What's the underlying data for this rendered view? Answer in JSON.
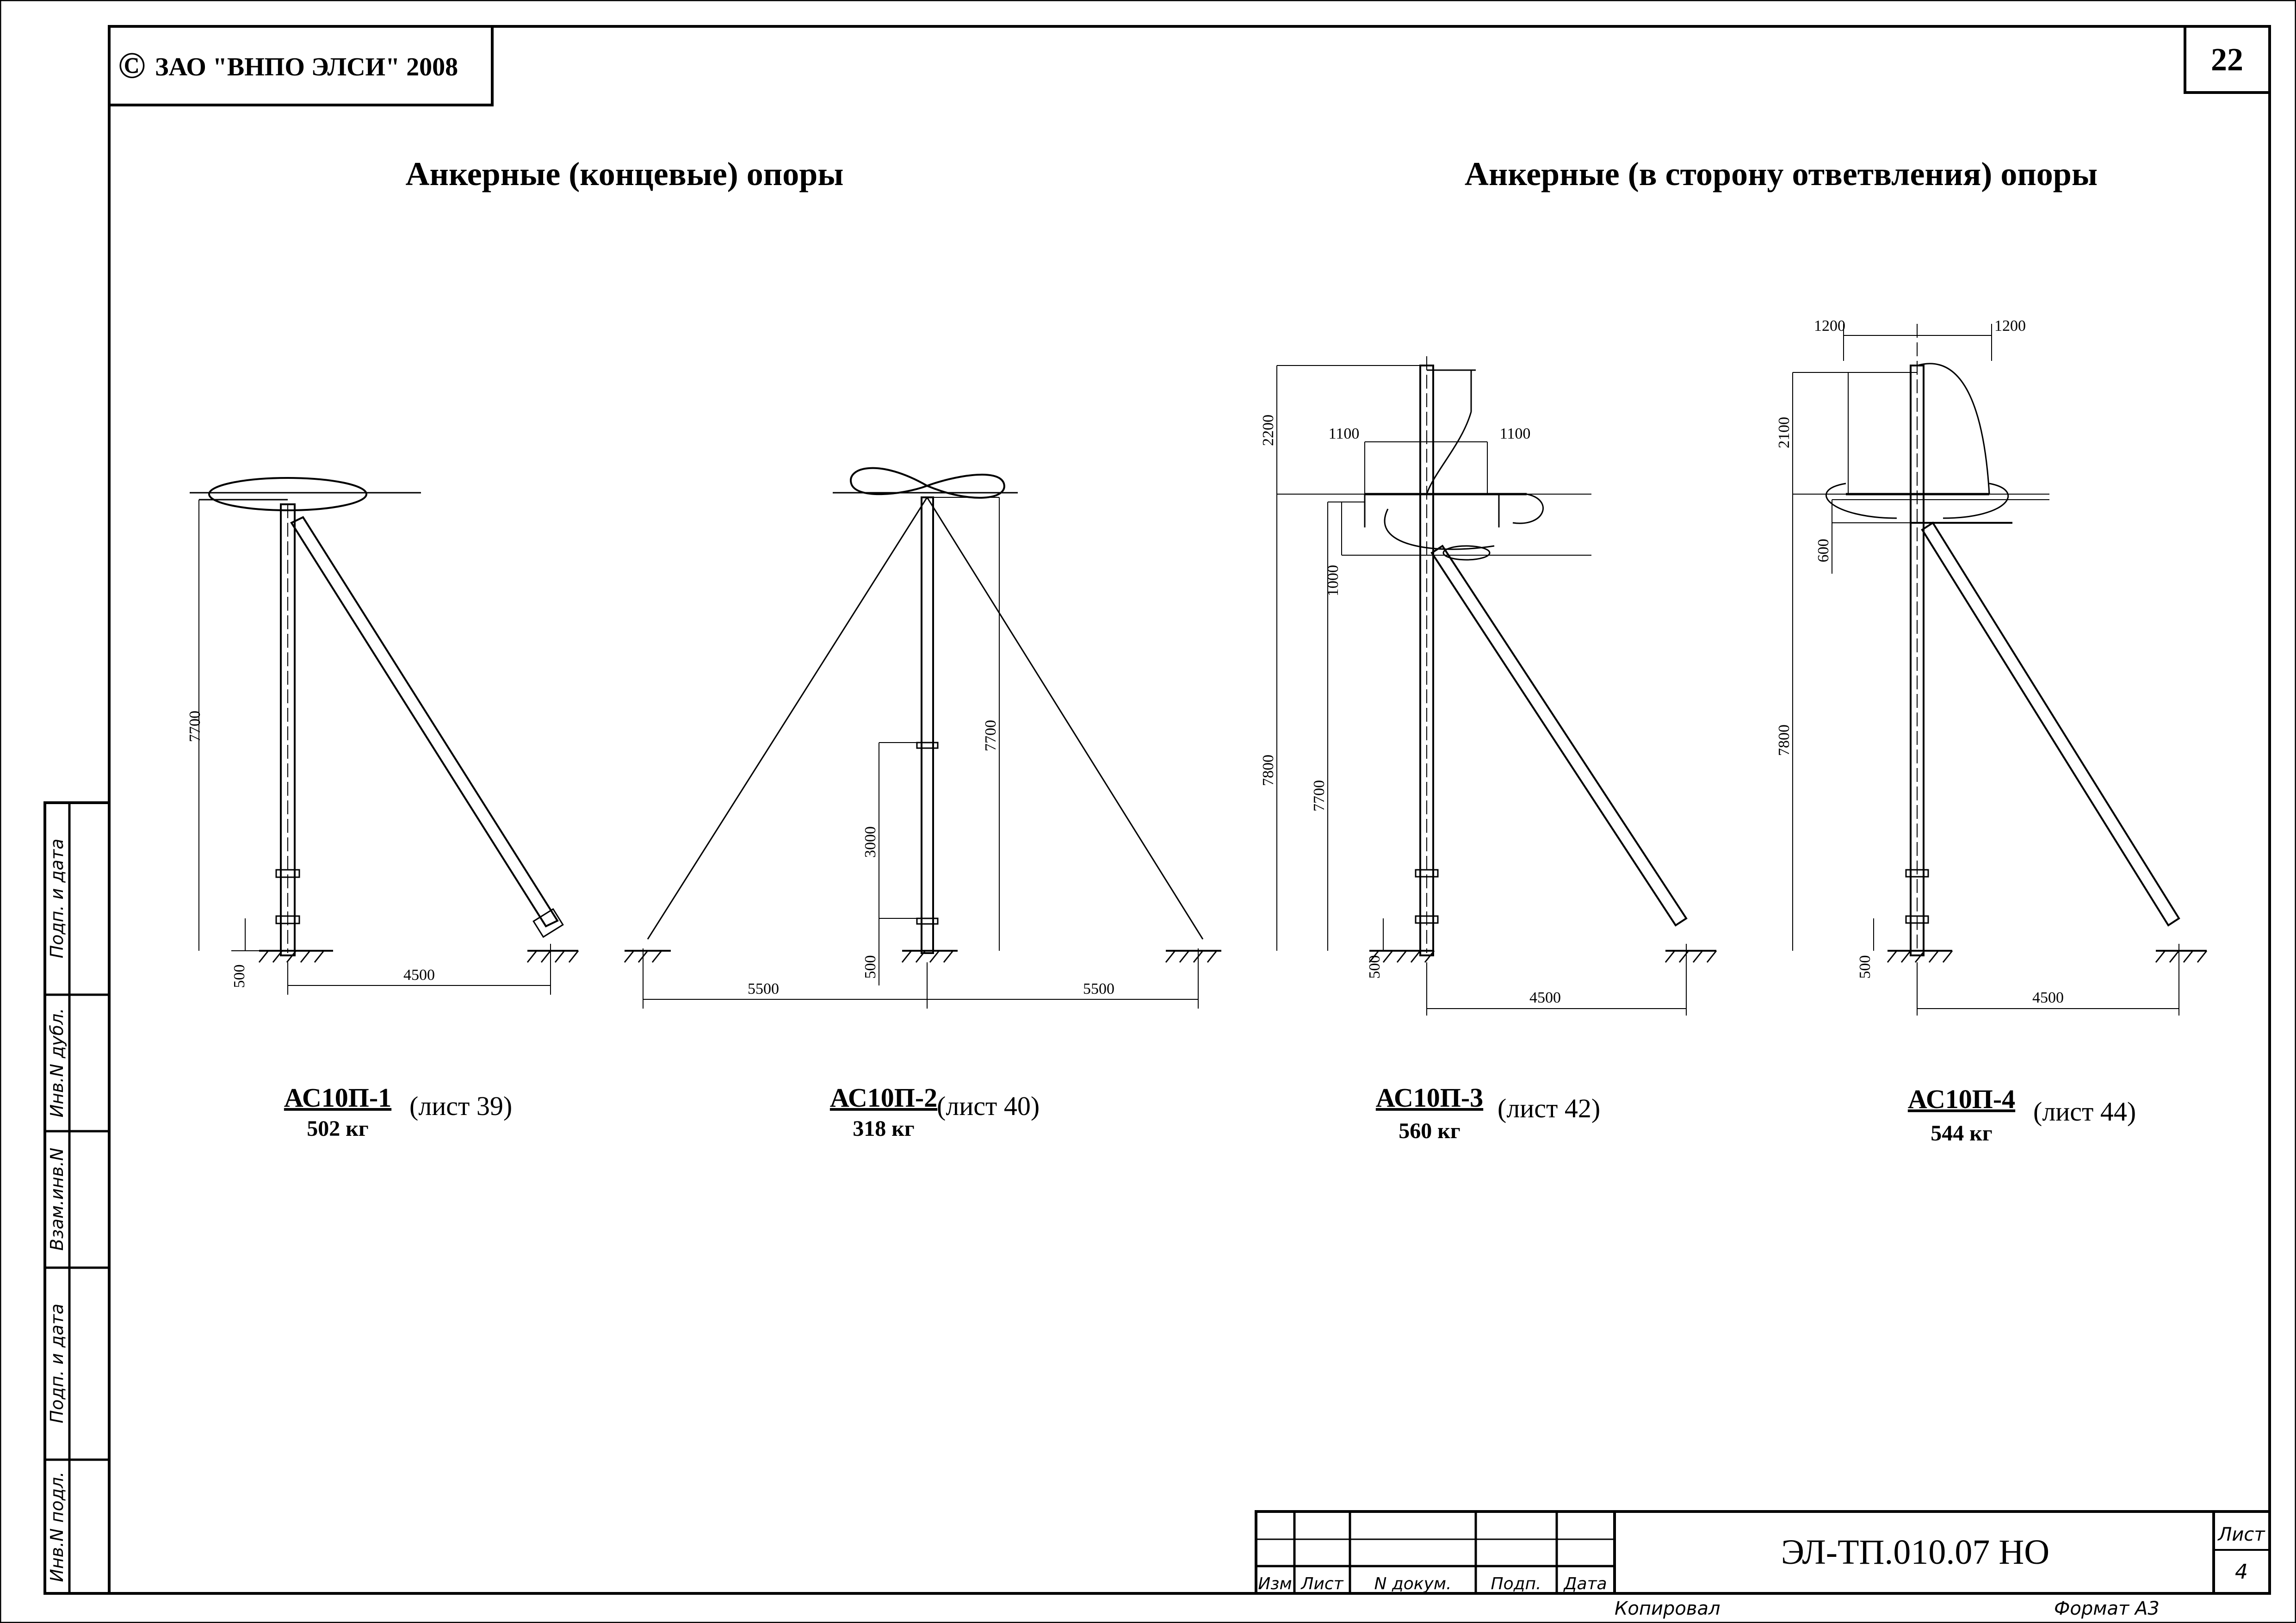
{
  "header": {
    "copyright_symbol": "©",
    "copyright": "ЗАО \"ВНПО ЭЛСИ\" 2008",
    "page_number": "22"
  },
  "sections": {
    "left_title": "Анкерные (концевые) опоры",
    "right_title": "Анкерные (в сторону ответвления) опоры"
  },
  "poles": [
    {
      "name": "АС10П-1",
      "mass": "502 кг",
      "sheet": "(лист 39)",
      "dims": {
        "height": "7700",
        "base": "500",
        "span": "4500"
      }
    },
    {
      "name": "АС10П-2",
      "mass": "318 кг",
      "sheet": "(лист 40)",
      "dims": {
        "height": "7700",
        "mid": "3000",
        "base": "500",
        "span_left": "5500",
        "span_right": "5500"
      }
    },
    {
      "name": "АС10П-3",
      "mass": "560 кг",
      "sheet": "(лист 42)",
      "dims": {
        "top": "2200",
        "arm_left": "1100",
        "arm_right": "1100",
        "drop": "1000",
        "total": "7800",
        "height": "7700",
        "base": "500",
        "span": "4500"
      }
    },
    {
      "name": "АС10П-4",
      "mass": "544 кг",
      "sheet": "(лист 44)",
      "dims": {
        "arm_left": "1200",
        "arm_right": "1200",
        "top": "2100",
        "drop": "600",
        "total": "7800",
        "base": "500",
        "span": "4500"
      }
    }
  ],
  "side_stamp": [
    "Подп. и дата",
    "Инв.N дубл.",
    "Взам.инв.N",
    "Подп. и дата",
    "Инв.N подл."
  ],
  "title_block": {
    "col_headers": [
      "Изм",
      "Лист",
      "N докум.",
      "Подп.",
      "Дата"
    ],
    "doc_code": "ЭЛ-ТП.010.07 НО",
    "sheet_label": "Лист",
    "sheet_value": "4",
    "copied_label": "Копировал",
    "format_label": "Формат А3"
  }
}
